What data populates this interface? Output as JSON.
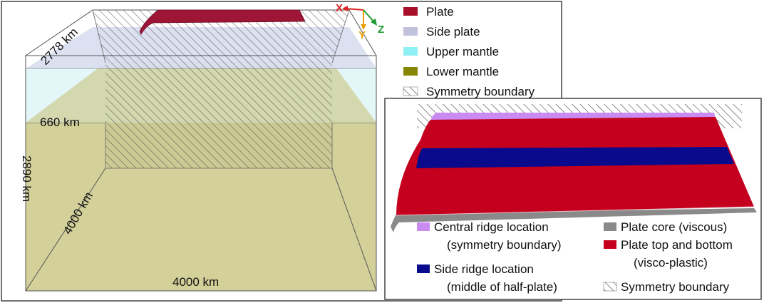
{
  "dimensions": {
    "width_top": "2778 km",
    "transition_depth": "660 km",
    "depth": "2890 km",
    "length_side": "4000 km",
    "length_bottom": "4000 km"
  },
  "axes": {
    "x": "X",
    "y": "Y",
    "z": "Z"
  },
  "legend_main": [
    {
      "label": "Plate",
      "color": "#a8102a",
      "swatch": "solid"
    },
    {
      "label": "Side plate",
      "color": "#c2c2dc",
      "swatch": "solid"
    },
    {
      "label": "Upper mantle",
      "color": "#8ef0f4",
      "swatch": "solid"
    },
    {
      "label": "Lower mantle",
      "color": "#868603",
      "swatch": "solid"
    },
    {
      "label": "Symmetry boundary",
      "color": "#333333",
      "swatch": "hatch"
    }
  ],
  "legend_inset": {
    "central_ridge": {
      "line1": "Central ridge location",
      "line2": "(symmetry boundary)",
      "color": "#c98af2"
    },
    "side_ridge": {
      "line1": "Side ridge location",
      "line2": "(middle of half-plate)",
      "color": "#0a0a8c"
    },
    "plate_core": {
      "line1": "Plate core (viscous)",
      "color": "#8a8a8a"
    },
    "plate_top_bottom": {
      "line1": "Plate top and bottom",
      "line2": "(visco-plastic)",
      "color": "#c4001e"
    },
    "symmetry": {
      "line1": "Symmetry boundary"
    }
  },
  "colors": {
    "lower_mantle_fill": "#d3d09a",
    "upper_mantle_fill": "#e3f7f8",
    "side_plate_fill": "#dadff0",
    "plate_top": "#9e1636",
    "frame": "#555555",
    "axis_x": "#dd2222",
    "axis_y": "#e8a000",
    "axis_z": "#1e9a2e"
  }
}
